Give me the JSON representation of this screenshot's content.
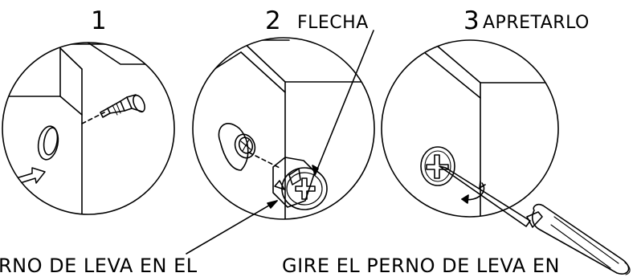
{
  "steps": [
    {
      "number": "1",
      "label": ""
    },
    {
      "number": "2",
      "label": "FLECHA"
    },
    {
      "number": "3",
      "label": "APRETARLO"
    }
  ],
  "captions": {
    "left": "RNO DE LEVA EN EL",
    "right": "GIRE EL PERNO DE LEVA EN"
  },
  "colors": {
    "line": "#000000",
    "background": "#ffffff"
  }
}
